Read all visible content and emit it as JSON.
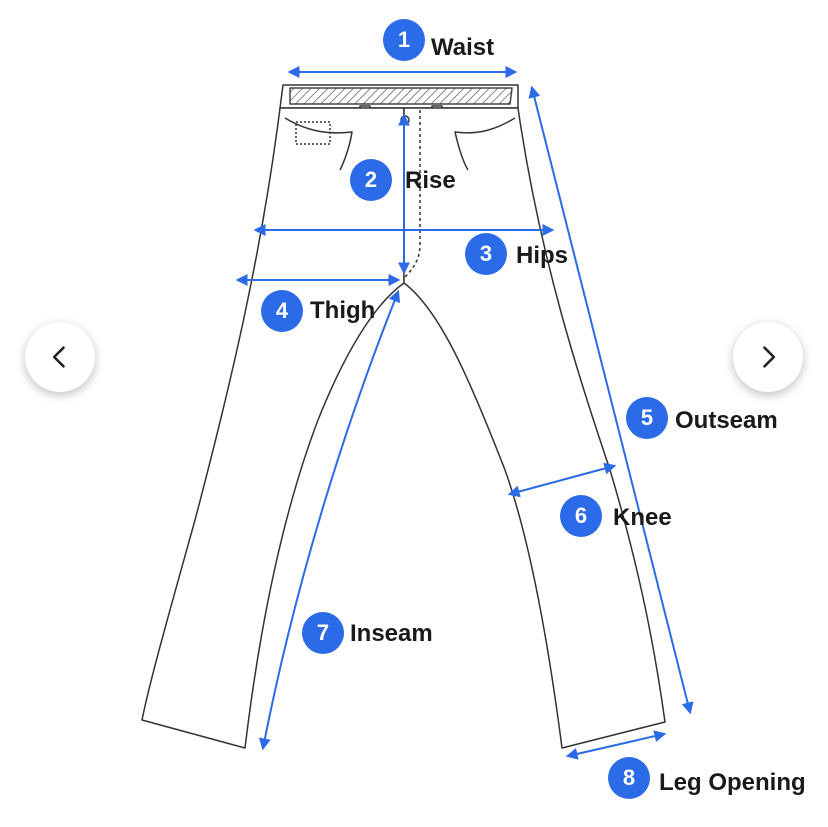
{
  "nav": {
    "prev_icon": "chevron-left-icon",
    "next_icon": "chevron-right-icon"
  },
  "colors": {
    "accent": "#2b6be8",
    "outline": "#333333",
    "text": "#1a1a1a"
  },
  "measurements": [
    {
      "number": "1",
      "label": "Waist"
    },
    {
      "number": "2",
      "label": "Rise"
    },
    {
      "number": "3",
      "label": "Hips"
    },
    {
      "number": "4",
      "label": "Thigh"
    },
    {
      "number": "5",
      "label": "Outseam"
    },
    {
      "number": "6",
      "label": "Knee"
    },
    {
      "number": "7",
      "label": "Inseam"
    },
    {
      "number": "8",
      "label": "Leg Opening"
    }
  ]
}
